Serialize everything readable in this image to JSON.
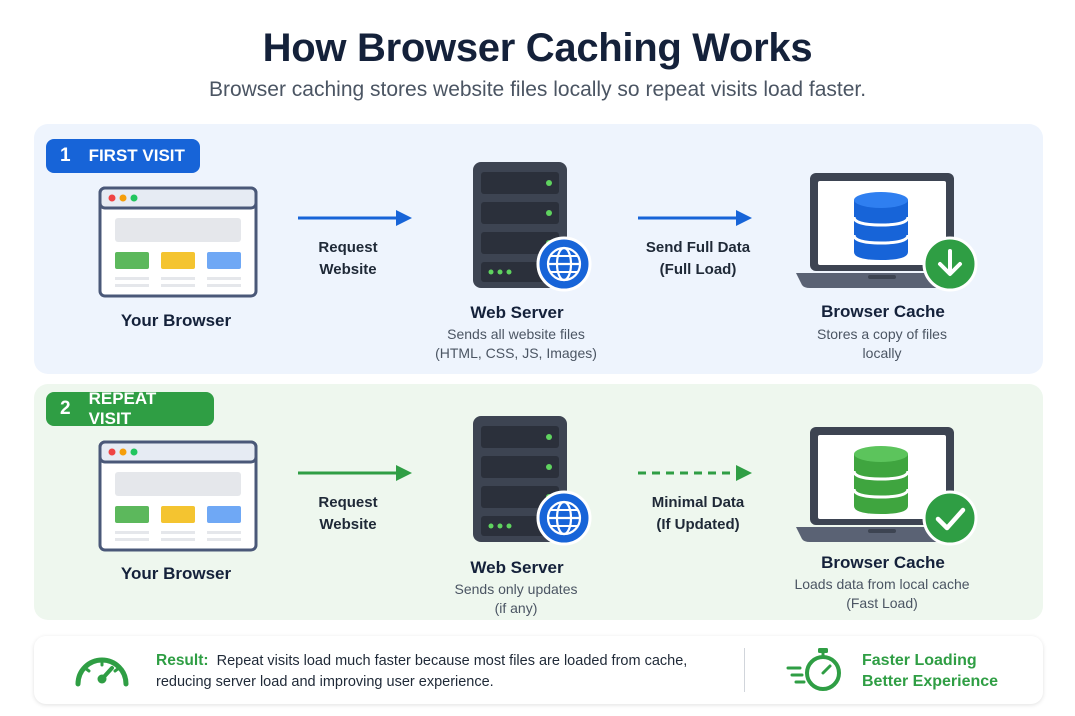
{
  "header": {
    "title": "How Browser Caching Works",
    "subtitle": "Browser caching stores website files locally so repeat visits load faster."
  },
  "first_visit": {
    "step_number": "1",
    "badge": "FIRST VISIT",
    "browser_label": "Your Browser",
    "request_label": [
      "Request",
      "Website"
    ],
    "server_label": "Web Server",
    "server_desc": [
      "Sends all website files",
      "(HTML, CSS, JS, Images)"
    ],
    "data_label": [
      "Send Full Data",
      "(Full Load)"
    ],
    "cache_label": "Browser Cache",
    "cache_desc": [
      "Stores a copy of files",
      "locally"
    ]
  },
  "repeat_visit": {
    "step_number": "2",
    "badge": "REPEAT VISIT",
    "browser_label": "Your Browser",
    "request_label": [
      "Request",
      "Website"
    ],
    "server_label": "Web Server",
    "server_desc": [
      "Sends only updates",
      "(if any)"
    ],
    "data_label": [
      "Minimal Data",
      "(If Updated)"
    ],
    "cache_label": "Browser Cache",
    "cache_desc": [
      "Loads data from local cache",
      "(Fast Load)"
    ]
  },
  "result": {
    "key": "Result:",
    "line1": "Repeat visits load much faster because most files are loaded from cache,",
    "line2": "reducing server load and improving user experience.",
    "benefit1": "Faster Loading",
    "benefit2": "Better Experience"
  },
  "colors": {
    "blue": "#1764d8",
    "green": "#2f9e44",
    "dark": "#14213a"
  },
  "icons": [
    "browser-window-icon",
    "server-icon",
    "globe-icon",
    "laptop-icon",
    "database-icon",
    "download-icon",
    "check-icon",
    "speedometer-icon",
    "stopwatch-icon"
  ]
}
